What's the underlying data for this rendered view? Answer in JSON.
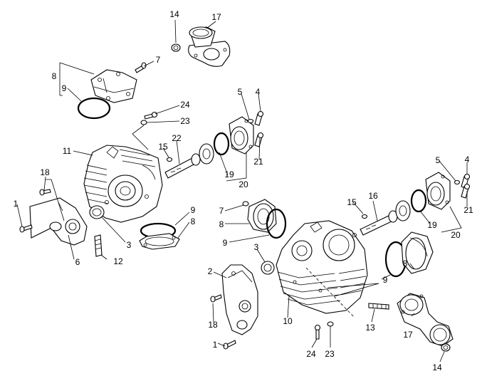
{
  "colors": {
    "ink": "#000000",
    "paper": "#ffffff"
  },
  "callouts": {
    "l1": "14",
    "l2": "17",
    "l3": "7",
    "l4": "8",
    "l5": "9",
    "l6": "24",
    "l7": "23",
    "l8": "5",
    "l9": "4",
    "l10": "11",
    "l11": "15",
    "l12": "22",
    "l13": "21",
    "l14": "19",
    "l15": "20",
    "l16": "18",
    "l17": "1",
    "l18": "6",
    "l19": "12",
    "l20": "3",
    "l21": "9",
    "l22": "8",
    "l23": "7",
    "l24": "8",
    "l25": "9",
    "l26": "3",
    "l27": "2",
    "l28": "18",
    "l29": "1",
    "l30": "10",
    "l31": "15",
    "l32": "16",
    "l33": "5",
    "l34": "4",
    "l35": "21",
    "l36": "19",
    "l37": "20",
    "l38": "9",
    "l39": "8",
    "l40": "13",
    "l41": "24",
    "l42": "23",
    "l43": "17",
    "l44": "14"
  }
}
